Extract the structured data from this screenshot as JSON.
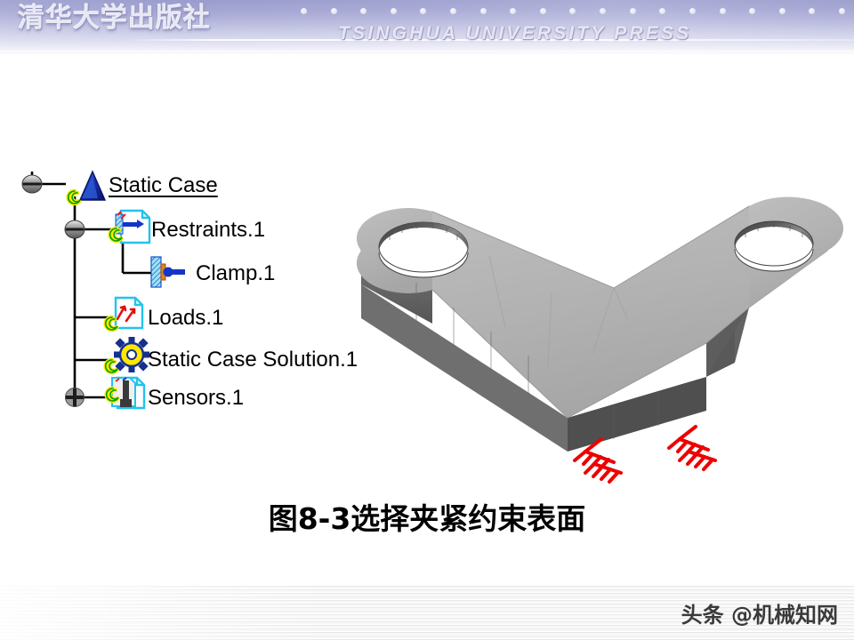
{
  "banner": {
    "cn_title": "清华大学出版社",
    "en_title": "TSINGHUA UNIVERSITY PRESS",
    "dot_count": 19,
    "gradient_top": "#9a9ccd",
    "gradient_bottom": "#ffffff"
  },
  "tree": {
    "nodes": [
      {
        "label": "Static Case",
        "icon": "static-case-icon",
        "expander": "minus",
        "underlined": true
      },
      {
        "label": "Restraints.1",
        "icon": "restraints-icon",
        "expander": "minus",
        "underlined": false
      },
      {
        "label": "Clamp.1",
        "icon": "clamp-icon",
        "expander": "none",
        "underlined": false
      },
      {
        "label": "Loads.1",
        "icon": "loads-icon",
        "expander": "none",
        "underlined": false
      },
      {
        "label": "Static Case Solution.1",
        "icon": "static-case-solution-icon",
        "expander": "none",
        "underlined": false
      },
      {
        "label": "Sensors.1",
        "icon": "sensors-icon",
        "expander": "plus",
        "underlined": false
      }
    ]
  },
  "viewport": {
    "part_name": "bent-bracket",
    "face_color_top": "#b3b3b3",
    "face_color_side": "#6d6d6d",
    "face_color_dark": "#4a4a4a",
    "restraint_symbol_color": "#ee0000",
    "restraint_symbol_count": 2,
    "hole_count": 2
  },
  "caption": {
    "text": "图8-3选择夹紧约束表面"
  },
  "footer": {
    "watermark": "头条 @机械知网"
  }
}
